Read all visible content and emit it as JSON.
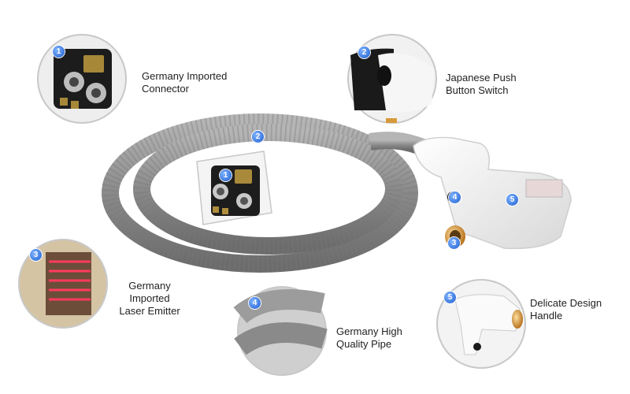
{
  "features": [
    {
      "number": "1",
      "lines": [
        "Germany Imported",
        "Connector"
      ],
      "icon": "connector-icon"
    },
    {
      "number": "2",
      "lines": [
        "Japanese Push",
        "Button Switch"
      ],
      "icon": "push-button-icon"
    },
    {
      "number": "3",
      "lines": [
        "Germany",
        "Imported",
        "Laser Emitter"
      ],
      "icon": "laser-emitter-icon"
    },
    {
      "number": "4",
      "lines": [
        "Germany High",
        "Quality Pipe"
      ],
      "icon": "pipe-icon"
    },
    {
      "number": "5",
      "lines": [
        "Delicate Design",
        "Handle"
      ],
      "icon": "handle-icon"
    }
  ],
  "colors": {
    "badge": "#2a6ee0",
    "hose": "#8e8e8e",
    "laser": "#ff3b5c",
    "emitter_ring": "#d79a3a",
    "text": "#222222"
  }
}
